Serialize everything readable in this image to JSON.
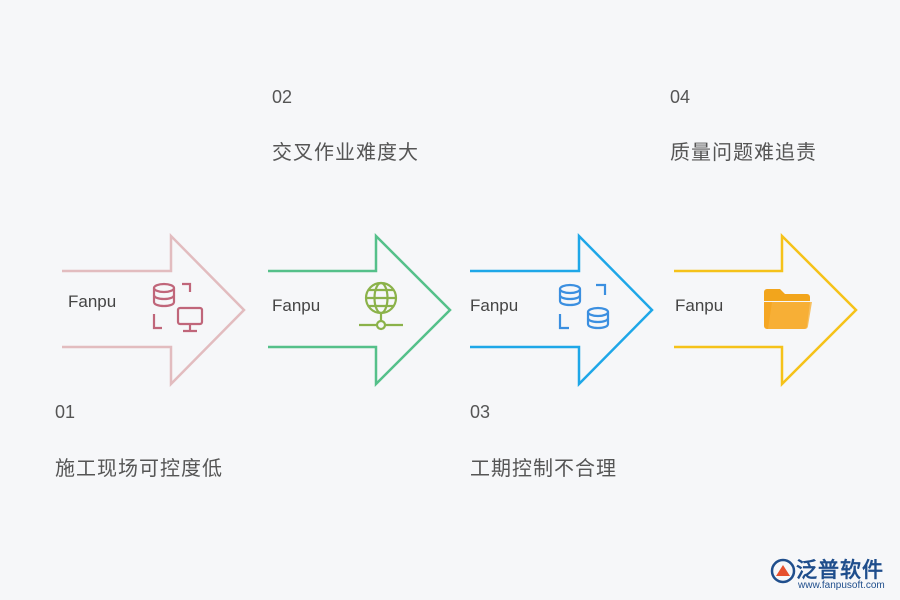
{
  "steps": [
    {
      "num": "01",
      "caption": "施工现场可控度低",
      "label": "Fanpu",
      "color": "#e2bcbf",
      "icon_color": "#c0667a"
    },
    {
      "num": "02",
      "caption": "交叉作业难度大",
      "label": "Fanpu",
      "color": "#55c08a",
      "icon_color": "#8bb24a"
    },
    {
      "num": "03",
      "caption": "工期控制不合理",
      "label": "Fanpu",
      "color": "#1ea7e8",
      "icon_color": "#3b8fe0"
    },
    {
      "num": "04",
      "caption": "质量问题难追责",
      "label": "Fanpu",
      "color": "#f5c21a",
      "icon_color": "#f2a51c"
    }
  ],
  "logo": {
    "brand": "泛普软件",
    "url": "www.fanpusoft.com"
  }
}
